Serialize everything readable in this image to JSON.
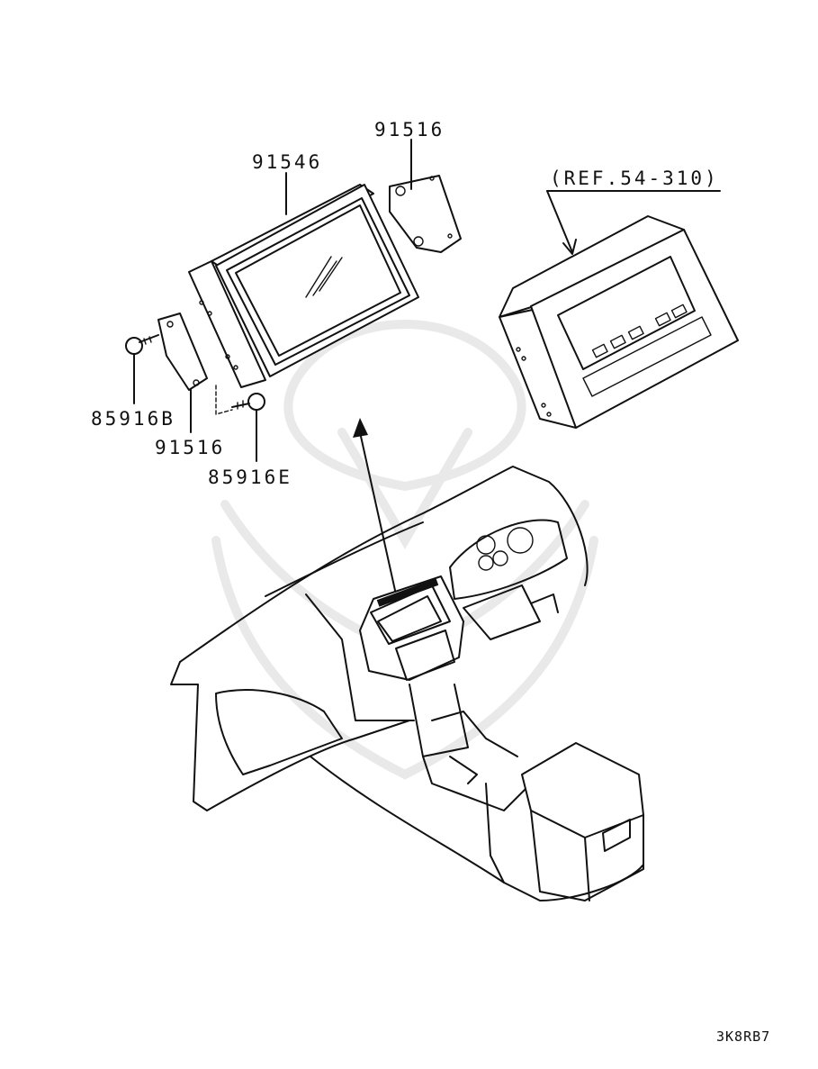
{
  "labels": {
    "display_unit": "91546",
    "bracket_right": "91516",
    "bracket_left": "91516",
    "screw_b": "85916B",
    "screw_e": "85916E",
    "reference": "(REF.54-310)"
  },
  "diagram_code": "3K8RB7"
}
